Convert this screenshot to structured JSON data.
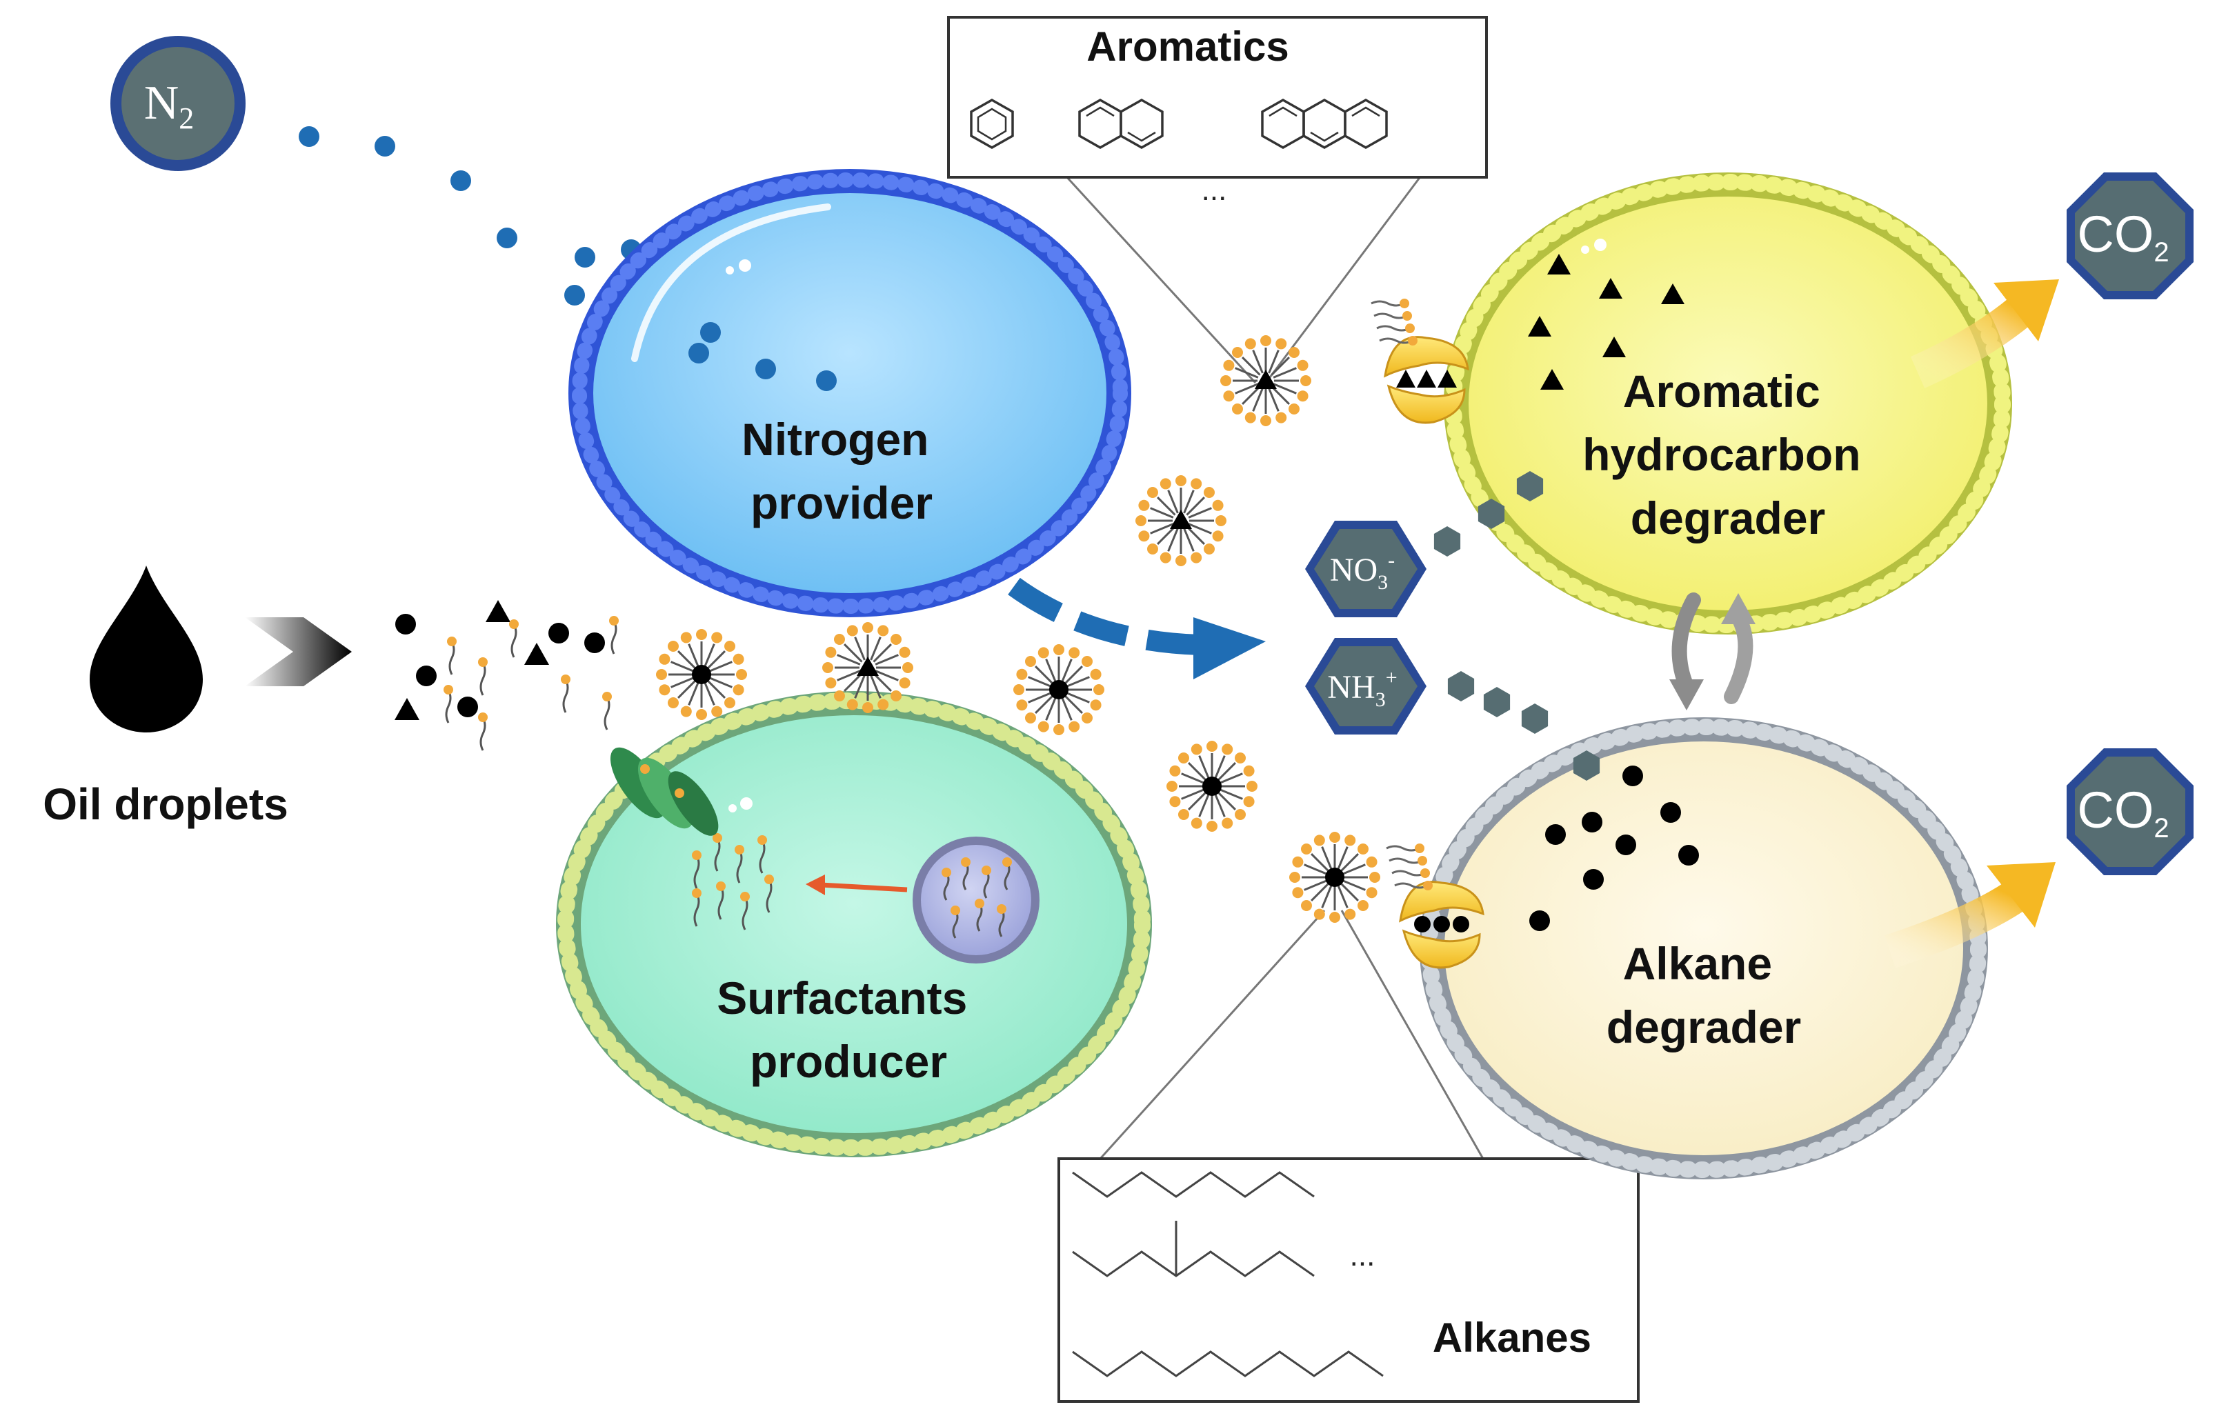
{
  "labels": {
    "n2_main": "N",
    "n2_sub": "2",
    "oil_droplets": "Oil droplets",
    "nitrogen_provider_line1": "Nitrogen",
    "nitrogen_provider_line2": "provider",
    "surfactants_producer_line1": "Surfactants",
    "surfactants_producer_line2": "producer",
    "aromatic_degrader_line1": "Aromatic",
    "aromatic_degrader_line2": "hydrocarbon",
    "aromatic_degrader_line3": "degrader",
    "alkane_degrader_line1": "Alkane",
    "alkane_degrader_line2": "degrader",
    "aromatics_title": "Aromatics",
    "aromatics_ellipsis": "...",
    "alkanes_title": "Alkanes",
    "alkanes_ellipsis": "...",
    "no3_main": "NO",
    "no3_sub": "3",
    "no3_sup": "-",
    "nh3_main": "NH",
    "nh3_sub": "3",
    "nh3_sup": "+",
    "co2_top_main": "CO",
    "co2_top_sub": "2",
    "co2_bottom_main": "CO",
    "co2_bottom_sub": "2"
  },
  "colors": {
    "nitrogen_provider_fill": "#8fcff8",
    "nitrogen_provider_membrane": "#2f54d6",
    "surfactants_producer_fill": "#a6efd6",
    "surfactants_producer_membrane": "#c8e08a",
    "aromatic_degrader_fill": "#f7f58a",
    "aromatic_degrader_membrane": "#e4ee6a",
    "alkane_degrader_fill": "#fcf3d4",
    "alkane_degrader_membrane": "#b8c0c8",
    "hexagon_fill": "#566d72",
    "hexagon_border": "#2a4a96",
    "nitrogen_dot": "#1f6db4",
    "arrow_blue": "#1f6db4",
    "arrow_orange": "#f5b823",
    "surfactant_head": "#f2a93b",
    "red_arrow": "#e65a2c"
  }
}
